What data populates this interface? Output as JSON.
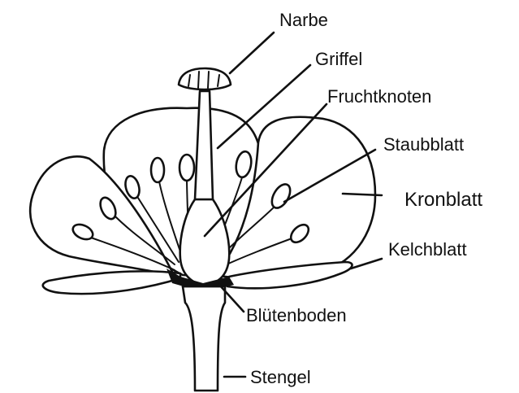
{
  "labels": {
    "narbe": "Narbe",
    "griffel": "Griffel",
    "fruchtknoten": "Fruchtknoten",
    "staubblatt": "Staubblatt",
    "kronblatt": "Kronblatt",
    "kelchblatt": "Kelchblatt",
    "bluetenboden": "Blütenboden",
    "stengel": "Stengel"
  },
  "colors": {
    "ink": "#111111",
    "background": "#ffffff"
  }
}
